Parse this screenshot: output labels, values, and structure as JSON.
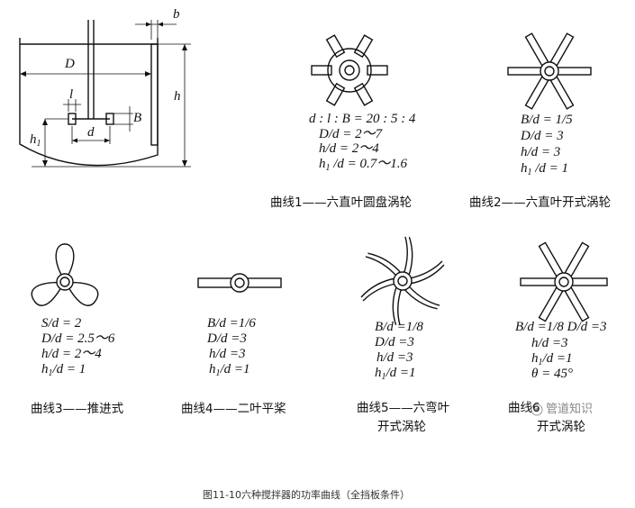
{
  "tank": {
    "label_b": "b",
    "label_D": "D",
    "label_h": "h",
    "label_l": "l",
    "label_B": "B",
    "label_d": "d",
    "label_h1_main": "h",
    "label_h1_sub": "1"
  },
  "impellers": [
    {
      "params": [
        {
          "text": "d : l : B = 20 : 5 : 4"
        },
        {
          "text": "D/d = 2～7"
        },
        {
          "text": "h/d = 2～4"
        },
        {
          "main": "h",
          "sub": "1",
          "rest": " /d = 0.7～1.6"
        }
      ],
      "caption_line1": "曲线1——六直叶圆盘涡轮",
      "caption_line2": ""
    },
    {
      "params": [
        {
          "text": "B/d = 1/5"
        },
        {
          "text": "D/d = 3"
        },
        {
          "text": "h/d = 3"
        },
        {
          "main": "h",
          "sub": "1",
          "rest": " /d = 1"
        }
      ],
      "caption_line1": "曲线2——六直叶开式涡轮",
      "caption_line2": ""
    },
    {
      "params": [
        {
          "text": "S/d = 2"
        },
        {
          "text": "D/d = 2.5～6"
        },
        {
          "text": "h/d = 2～4"
        },
        {
          "main": "h",
          "sub": "1",
          "rest": "/d = 1"
        }
      ],
      "caption_line1": "曲线3——推进式",
      "caption_line2": ""
    },
    {
      "params": [
        {
          "text": "B/d =1/6"
        },
        {
          "text": "D/d =3"
        },
        {
          "text": "h/d =3"
        },
        {
          "main": "h",
          "sub": "1",
          "rest": "/d =1"
        }
      ],
      "caption_line1": "曲线4——二叶平桨",
      "caption_line2": ""
    },
    {
      "params": [
        {
          "text": "B/d =1/8"
        },
        {
          "text": "D/d =3"
        },
        {
          "text": "h/d =3"
        },
        {
          "main": "h",
          "sub": "1",
          "rest": "/d =1"
        }
      ],
      "caption_line1": "曲线5——六弯叶",
      "caption_line2": "开式涡轮"
    },
    {
      "params": [
        {
          "text": "B/d =1/8   D/d =3"
        },
        {
          "text": "h/d =3"
        },
        {
          "main": "h",
          "sub": "1",
          "rest": "/d =1"
        },
        {
          "text": "θ = 45°"
        }
      ],
      "caption_line1": "曲线6",
      "caption_line2": "开式涡轮"
    }
  ],
  "watermark": "管道知识",
  "figure_caption": "图11-10六种搅拌器的功率曲线（全挡板条件）"
}
